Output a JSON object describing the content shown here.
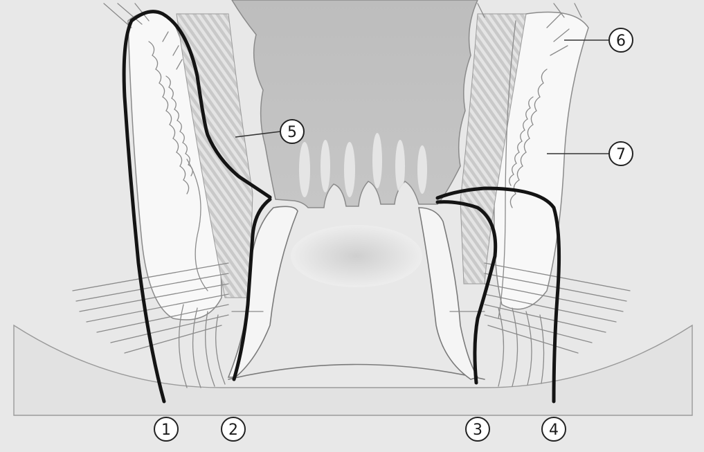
{
  "figure": {
    "colors": {
      "background": "#e6e6e6",
      "tissue": "#f7f7f7",
      "muscle_stripe": "#cfcfcf",
      "lumen": "#b8b8b8",
      "outline": "#7a7a7a",
      "fistula_path": "#141414"
    },
    "callouts": {
      "c1": "1",
      "c2": "2",
      "c3": "3",
      "c4": "4",
      "c5": "5",
      "c6": "6",
      "c7": "7"
    }
  }
}
